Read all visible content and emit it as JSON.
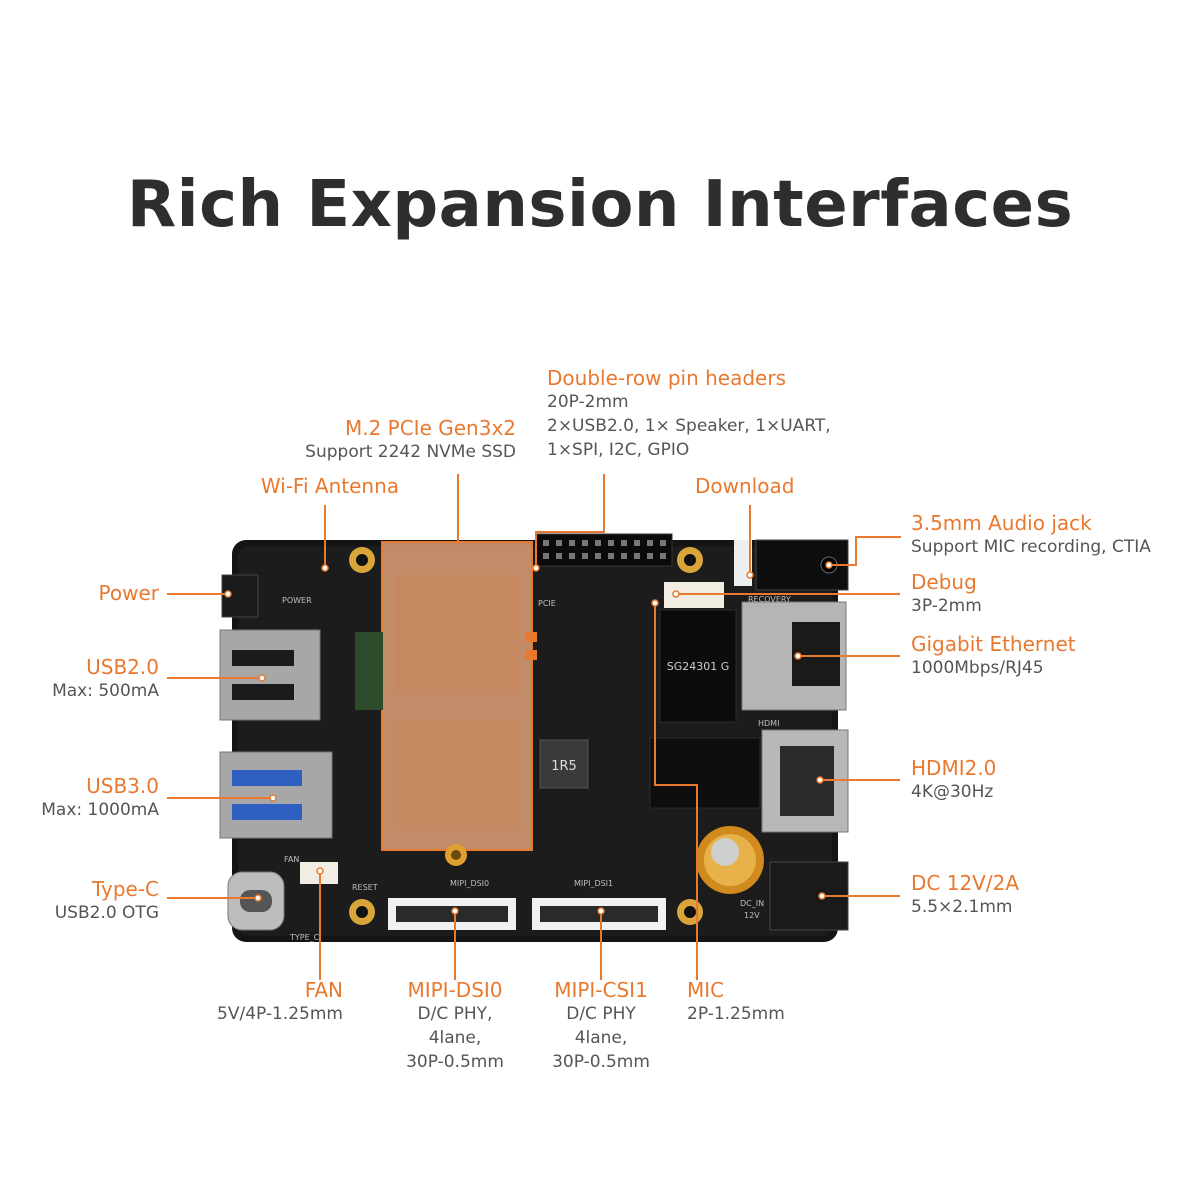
{
  "title": "Rich Expansion Interfaces",
  "accent_color": "#e8792f",
  "labels": {
    "pin_headers": {
      "name": "Double-row pin headers",
      "line1": "20P-2mm",
      "line2": "2×USB2.0, 1× Speaker, 1×UART,",
      "line3": "1×SPI, I2C, GPIO"
    },
    "m2": {
      "name": "M.2 PCIe Gen3x2",
      "line1": "Support 2242 NVMe SSD"
    },
    "wifi": {
      "name": "Wi-Fi Antenna"
    },
    "download": {
      "name": "Download"
    },
    "audio": {
      "name": "3.5mm Audio jack",
      "line1": "Support MIC recording, CTIA"
    },
    "power": {
      "name": "Power"
    },
    "debug": {
      "name": "Debug",
      "line1": "3P-2mm"
    },
    "usb2": {
      "name": "USB2.0",
      "line1": "Max: 500mA"
    },
    "ethernet": {
      "name": "Gigabit Ethernet",
      "line1": "1000Mbps/RJ45"
    },
    "hdmi": {
      "name": "HDMI2.0",
      "line1": "4K@30Hz"
    },
    "usb3": {
      "name": "USB3.0",
      "line1": "Max: 1000mA"
    },
    "typec": {
      "name": "Type-C",
      "line1": "USB2.0 OTG"
    },
    "dc": {
      "name": "DC 12V/2A",
      "line1": "5.5×2.1mm"
    },
    "fan": {
      "name": "FAN",
      "line1": "5V/4P-1.25mm"
    },
    "dsi": {
      "name": "MIPI-DSI0",
      "line1": "D/C PHY,",
      "line2": "4lane,",
      "line3": "30P-0.5mm"
    },
    "csi": {
      "name": "MIPI-CSI1",
      "line1": "D/C PHY",
      "line2": "4lane,",
      "line3": "30P-0.5mm"
    },
    "mic": {
      "name": "MIC",
      "line1": "2P-1.25mm"
    }
  },
  "silkscreen": {
    "chip": "SG24301 G",
    "inductor": "1R5",
    "mipi_dsi": "MIPI_DSI0",
    "mipi_csi": "MIPI_DSI1",
    "pcie": "PCIE",
    "recovery": "RECOVERY",
    "hdmi": "HDMI",
    "power": "POWER",
    "reset": "RESET",
    "fan": "FAN",
    "type_c": "TYPE_C",
    "dc_in": "DC_IN",
    "dc_v": "12V"
  }
}
